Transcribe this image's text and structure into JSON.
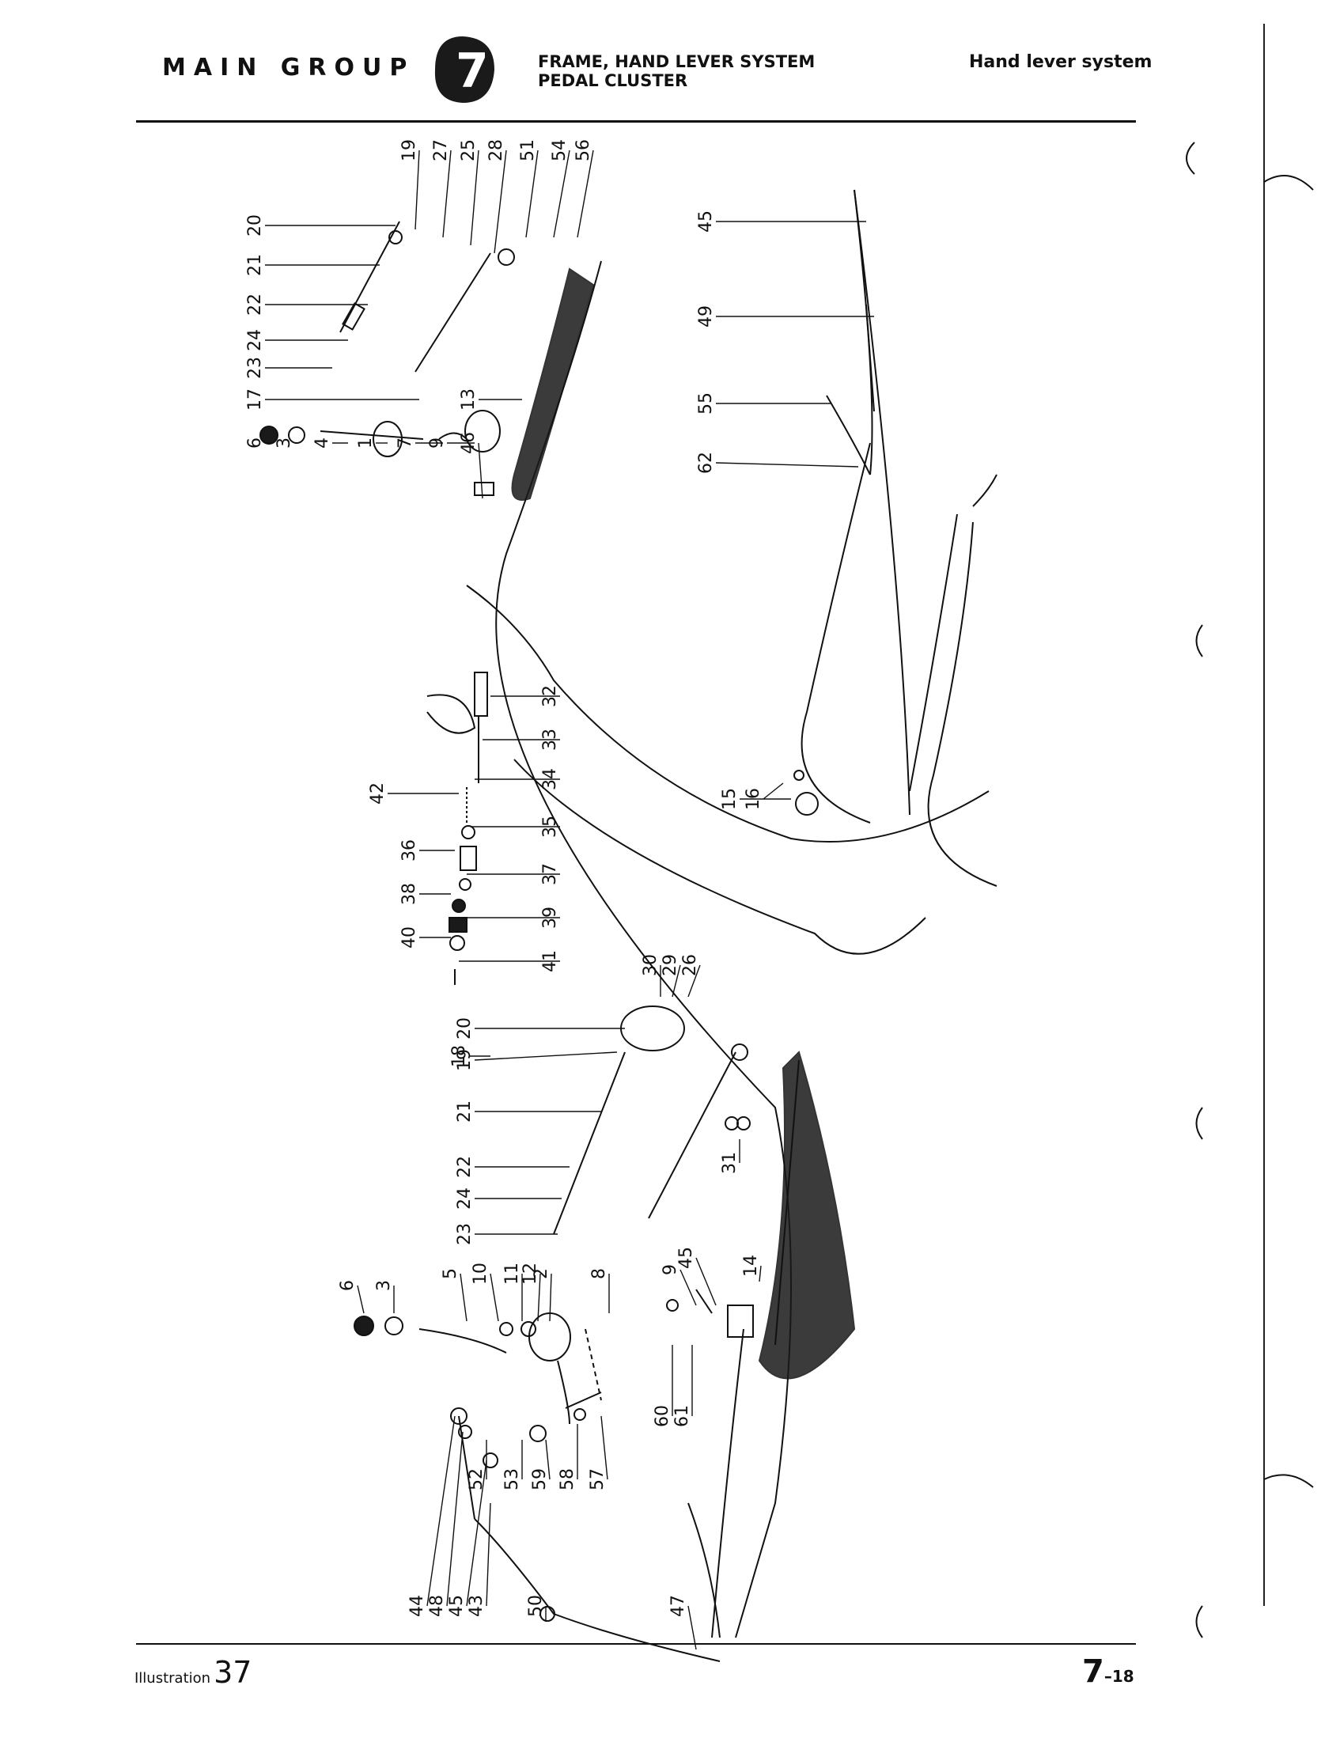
{
  "header": {
    "main_group": "MAIN GROUP",
    "group_number": "7",
    "title_line1": "FRAME, HAND LEVER SYSTEM",
    "title_line2": "PEDAL CLUSTER",
    "section": "Hand lever system"
  },
  "footer": {
    "illustration_label": "Illustration",
    "illustration_number": "37",
    "page_main": "7",
    "page_sub": "18"
  },
  "callouts": {
    "upper_left": [
      "20",
      "21",
      "22",
      "24",
      "23",
      "17",
      "6",
      "3",
      "4",
      "1",
      "7",
      "9",
      "46"
    ],
    "upper_top": [
      "19",
      "27",
      "25",
      "28",
      "51",
      "54",
      "56"
    ],
    "middle": [
      "13",
      "32",
      "33",
      "34",
      "42",
      "35",
      "36",
      "37",
      "38",
      "39",
      "40",
      "41"
    ],
    "lever_group": [
      "30",
      "29",
      "26",
      "18",
      "20",
      "19",
      "21",
      "22",
      "24",
      "23",
      "31"
    ],
    "lower": [
      "6",
      "3",
      "5",
      "10",
      "11",
      "12",
      "2",
      "8",
      "9",
      "45",
      "14",
      "60",
      "61",
      "57",
      "58",
      "59",
      "53",
      "52",
      "44",
      "48",
      "45",
      "43",
      "50",
      "47"
    ],
    "right": [
      "45",
      "49",
      "55",
      "62",
      "15",
      "16"
    ]
  }
}
